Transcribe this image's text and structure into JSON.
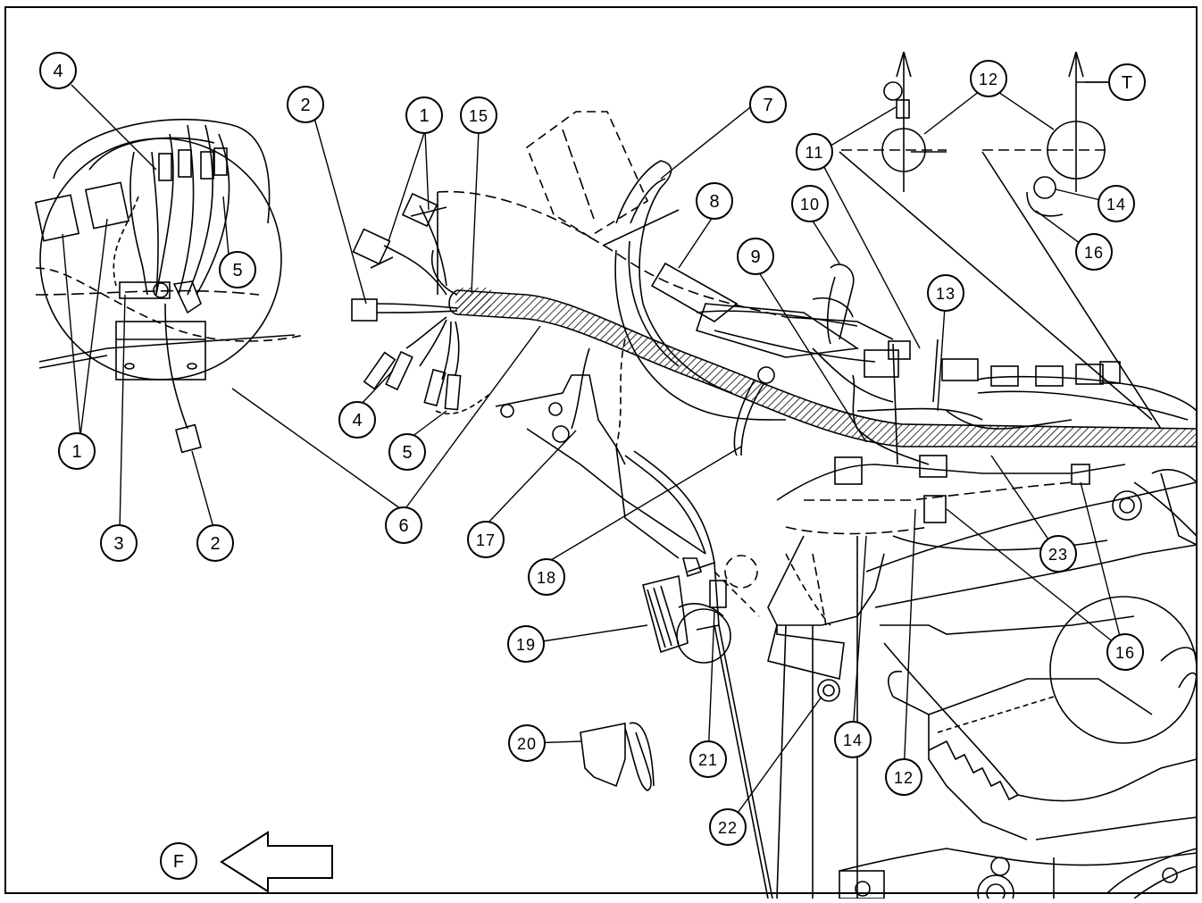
{
  "callouts": [
    {
      "id": "c4a",
      "label": "4"
    },
    {
      "id": "c1a",
      "label": "1"
    },
    {
      "id": "c5a",
      "label": "5"
    },
    {
      "id": "c3",
      "label": "3"
    },
    {
      "id": "c2a",
      "label": "2"
    },
    {
      "id": "c6",
      "label": "6"
    },
    {
      "id": "c2b",
      "label": "2"
    },
    {
      "id": "c1b",
      "label": "1"
    },
    {
      "id": "c15",
      "label": "15"
    },
    {
      "id": "c4b",
      "label": "4"
    },
    {
      "id": "c5b",
      "label": "5"
    },
    {
      "id": "c17",
      "label": "17"
    },
    {
      "id": "c18",
      "label": "18"
    },
    {
      "id": "c7",
      "label": "7"
    },
    {
      "id": "c8",
      "label": "8"
    },
    {
      "id": "c9",
      "label": "9"
    },
    {
      "id": "c10",
      "label": "10"
    },
    {
      "id": "c11",
      "label": "11"
    },
    {
      "id": "c12a",
      "label": "12"
    },
    {
      "id": "c13",
      "label": "13"
    },
    {
      "id": "c14a",
      "label": "14"
    },
    {
      "id": "c16a",
      "label": "16"
    },
    {
      "id": "cT",
      "label": "T"
    },
    {
      "id": "c19",
      "label": "19"
    },
    {
      "id": "c20",
      "label": "20"
    },
    {
      "id": "c21",
      "label": "21"
    },
    {
      "id": "c22",
      "label": "22"
    },
    {
      "id": "c14b",
      "label": "14"
    },
    {
      "id": "c12b",
      "label": "12"
    },
    {
      "id": "c16b",
      "label": "16"
    },
    {
      "id": "c23",
      "label": "23"
    },
    {
      "id": "cF",
      "label": "F"
    }
  ]
}
